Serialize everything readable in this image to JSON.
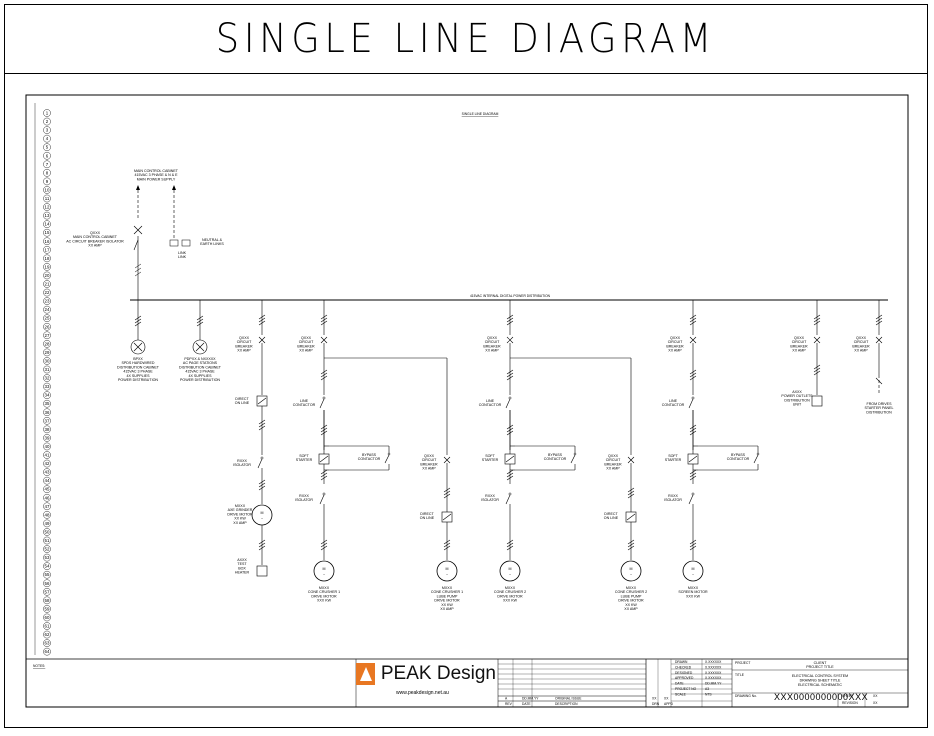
{
  "header": {
    "title": "SINGLE LINE DIAGRAM"
  },
  "sheet": {
    "inner_title": "SINGLE LINE DIAGRAM",
    "notes_label": "NOTES:"
  },
  "grid_numbers": [
    "1",
    "2",
    "3",
    "4",
    "5",
    "6",
    "7",
    "8",
    "9",
    "10",
    "11",
    "12",
    "13",
    "14",
    "15",
    "16",
    "17",
    "18",
    "19",
    "20",
    "21",
    "22",
    "23",
    "24",
    "25",
    "26",
    "27",
    "28",
    "29",
    "30",
    "31",
    "32",
    "33",
    "34",
    "35",
    "36",
    "37",
    "38",
    "39",
    "40",
    "41",
    "42",
    "43",
    "44",
    "45",
    "46",
    "47",
    "48",
    "49",
    "50",
    "51",
    "52",
    "53",
    "54",
    "55",
    "56",
    "57",
    "58",
    "59",
    "60",
    "61",
    "62",
    "63",
    "64"
  ],
  "supply": {
    "cabinet_label": "MAIN CONTROL CABINET\n415VAC 3 PHASE & N & E\nMAIN POWER SUPPLY",
    "isolator_label": "QXXX\nMAIN CONTROL CABINET\nAC CIRCUIT BREAKER ISOLATOR\nXX AMP",
    "earth_label": "NEUTRAL &\nEARTH LINKS",
    "link_label": "LINK\nLINK",
    "busbar_label": "415VAC INTERNAL DIGITAL POWER DISTRIBUTION"
  },
  "feeders": [
    {
      "id": "f1",
      "top": "BPXX\nSPDS HARDWIRED\nDISTRIBUTION CABINET\n415VAC 3 PHASE\n4X SUPPLIES\nPOWER DISTRIBUTION"
    },
    {
      "id": "f2",
      "top": "PDPXX & NXXXXX\nAC PAGE STATIONS\nDISTRIBUTION CABINET\n415VAC 3 PHASE\n4X SUPPLIES\nPOWER DISTRIBUTION"
    },
    {
      "id": "f3",
      "cb": "QXXX\nCIRCUIT\nBREAKER\nXX AMP",
      "starter": "DIRECT\nON LINE",
      "iso": "RXXX\nISOLATOR",
      "motor": "MXXX\nAXE GRINDER\nDRIVE MOTOR\nXX KW\nXX AMP",
      "end": "AXXX\nTEST\nBOX\nHEATER"
    },
    {
      "id": "f4",
      "cb": "QXXX\nCIRCUIT\nBREAKER\nXX AMP",
      "cont": "LINE\nCONTACTOR",
      "starter": "SOFT\nSTARTER",
      "bypass": "BYPASS\nCONTACTOR",
      "iso": "RXXX\nISOLATOR",
      "motor": "MXXX\nCONE CRUSHER 1\nDRIVE MOTOR\nXXX KW"
    },
    {
      "id": "f5",
      "cb": "QXXX\nCIRCUIT\nBREAKER\nXX AMP",
      "starter": "DIRECT\nON LINE",
      "motor": "MXXX\nCONE CRUSHER 1\nLUBE PUMP\nDRIVE MOTOR\nXX KW\nXX AMP"
    },
    {
      "id": "f6",
      "cb": "QXXX\nCIRCUIT\nBREAKER\nXX AMP",
      "cont": "LINE\nCONTACTOR",
      "starter": "SOFT\nSTARTER",
      "bypass": "BYPASS\nCONTACTOR",
      "iso": "RXXX\nISOLATOR",
      "motor": "MXXX\nCONE CRUSHER 2\nDRIVE MOTOR\nXXX KW"
    },
    {
      "id": "f7",
      "cb": "QXXX\nCIRCUIT\nBREAKER\nXX AMP",
      "starter": "DIRECT\nON LINE",
      "motor": "MXXX\nCONE CRUSHER 2\nLUBE PUMP\nDRIVE MOTOR\nXX KW\nXX AMP"
    },
    {
      "id": "f8",
      "cb": "QXXX\nCIRCUIT\nBREAKER\nXX AMP",
      "cont": "LINE\nCONTACTOR",
      "starter": "SOFT\nSTARTER",
      "bypass": "BYPASS\nCONTACTOR",
      "iso": "RXXX\nISOLATOR",
      "motor": "MXXX\nSCREEN MOTOR\nXXX KW"
    },
    {
      "id": "f9",
      "cb": "QXXX\nCIRCUIT\nBREAKER\nXX AMP",
      "end": "AXXX\nPOWER OUTLETS\nDISTRIBUTION\nUNIT"
    },
    {
      "id": "f10",
      "cb": "QXXX\nCIRCUIT\nBREAKER\nXX AMP",
      "end": "FROM DRIVES\nSTARTER PANEL\nDISTRIBUTION"
    }
  ],
  "title_block": {
    "logo_text": "PEAK Design",
    "website": "www.peakdesign.net.au",
    "rev_headers": [
      "REV",
      "DATE",
      "DESCRIPTION",
      "DRN",
      "APPD"
    ],
    "rev_row": [
      "A",
      "DD.MM.YY",
      "ORIGINAL ISSUE",
      "XX",
      "XX"
    ],
    "labels": [
      "DRAWN",
      "CHECKED",
      "DESIGNED",
      "APPROVED",
      "DATE",
      "PROJECT NO",
      "SCALE"
    ],
    "values": [
      "X.XXXXXX",
      "X.XXXXXX",
      "X.XXXXXX",
      "X.XXXXXX",
      "DD.MM.YY",
      "A3",
      "NTS"
    ],
    "project_label": "PROJECT",
    "project": "CLIENT\nPROJECT TITLE",
    "title_label": "TITLE",
    "title": "ELECTRICAL CONTROL SYSTEM\nDRAWING SHEET TITLE\nELECTRICAL SCHEMATIC",
    "drawing_label": "DRAWING No.",
    "drawing_no": "XXX0000000000XXX",
    "sheet_label": "SHEET",
    "sheet_value": "XX",
    "revision_label": "REVISION",
    "revision_value": "XX"
  }
}
